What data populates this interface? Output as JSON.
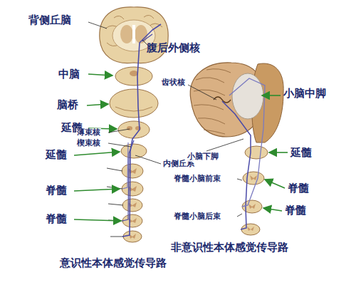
{
  "diagram": {
    "labels": [
      "背侧丘脑",
      "腹后外侧核",
      "中脑",
      "脑桥",
      "延髓",
      "薄束核",
      "楔束核",
      "内侧丘系",
      "延髓",
      "脊髓",
      "脊髓",
      "齿状核",
      "小脑中脚",
      "小脑下脚",
      "延髓",
      "脊髓小脑前束",
      "脊髓",
      "脊髓小脑后束",
      "脊髓",
      "非意识性本体感觉传导路",
      "意识性本体感觉传导路"
    ]
  }
}
